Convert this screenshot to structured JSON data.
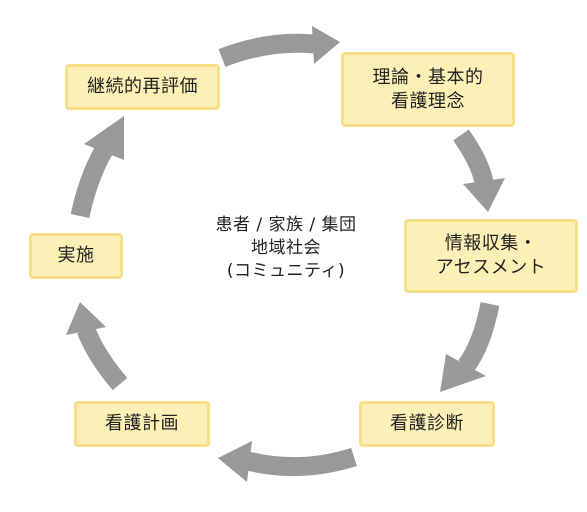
{
  "colors": {
    "node_fill": "#fdf0b6",
    "node_border": "#f6df88",
    "arrow": "#999999",
    "text": "#222222"
  },
  "cycle": {
    "nodes": [
      {
        "id": "theory",
        "lines": [
          "理論・基本的",
          "看護理念"
        ]
      },
      {
        "id": "assessment",
        "lines": [
          "情報収集・",
          "アセスメント"
        ]
      },
      {
        "id": "diagnosis",
        "lines": [
          "看護診断"
        ]
      },
      {
        "id": "plan",
        "lines": [
          "看護計画"
        ]
      },
      {
        "id": "implementation",
        "lines": [
          "実施"
        ]
      },
      {
        "id": "evaluation",
        "lines": [
          "継続的再評価"
        ]
      }
    ],
    "arrow_count": 6,
    "arrow_icon": "curved-arrow-icon"
  },
  "center": {
    "lines": [
      "患者 / 家族 / 集団",
      "地域社会",
      "(コミュニティ)"
    ]
  }
}
